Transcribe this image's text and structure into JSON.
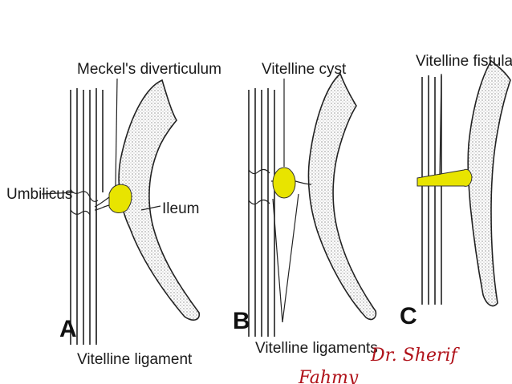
{
  "panel_a": {
    "letter": "A",
    "label_top": "Meckel's diverticulum",
    "label_left": "Umbilicus",
    "label_right": "Ileum",
    "label_bottom": "Vitelline ligament"
  },
  "panel_b": {
    "letter": "B",
    "label_top": "Vitelline cyst",
    "label_bottom": "Vitelline ligaments"
  },
  "panel_c": {
    "letter": "C",
    "label_top": "Vitelline fistula"
  },
  "signature": {
    "line1": "Dr. Sherif",
    "line2": "Fahmy"
  },
  "colors": {
    "highlight": "#e8e400",
    "signature": "#b0121a"
  }
}
